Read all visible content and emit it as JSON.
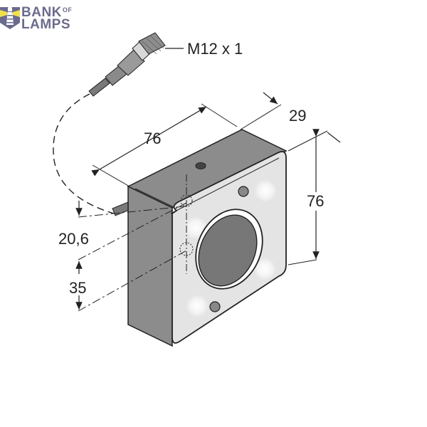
{
  "logo": {
    "line1": "BANK",
    "line1_suffix": "OF",
    "line2": "LAMPS",
    "colors": {
      "text": "#6b6b8e",
      "shield": "#6b6b8e",
      "beam": "#f2e04a"
    },
    "icon": "lighthouse-icon"
  },
  "drawing": {
    "subject": "Square LED ring light with M12 connector, isometric dimension drawing",
    "colors": {
      "body": "#8c8c8c",
      "face": "#e4e4e4",
      "lens": "#777777",
      "line": "#222222"
    },
    "connector_label": "M12 x 1",
    "dimensions": {
      "width_top": "76",
      "depth": "29",
      "height_right": "76",
      "offset_upper": "20,6",
      "offset_lower": "35"
    },
    "leds": 4,
    "screws": 3
  }
}
